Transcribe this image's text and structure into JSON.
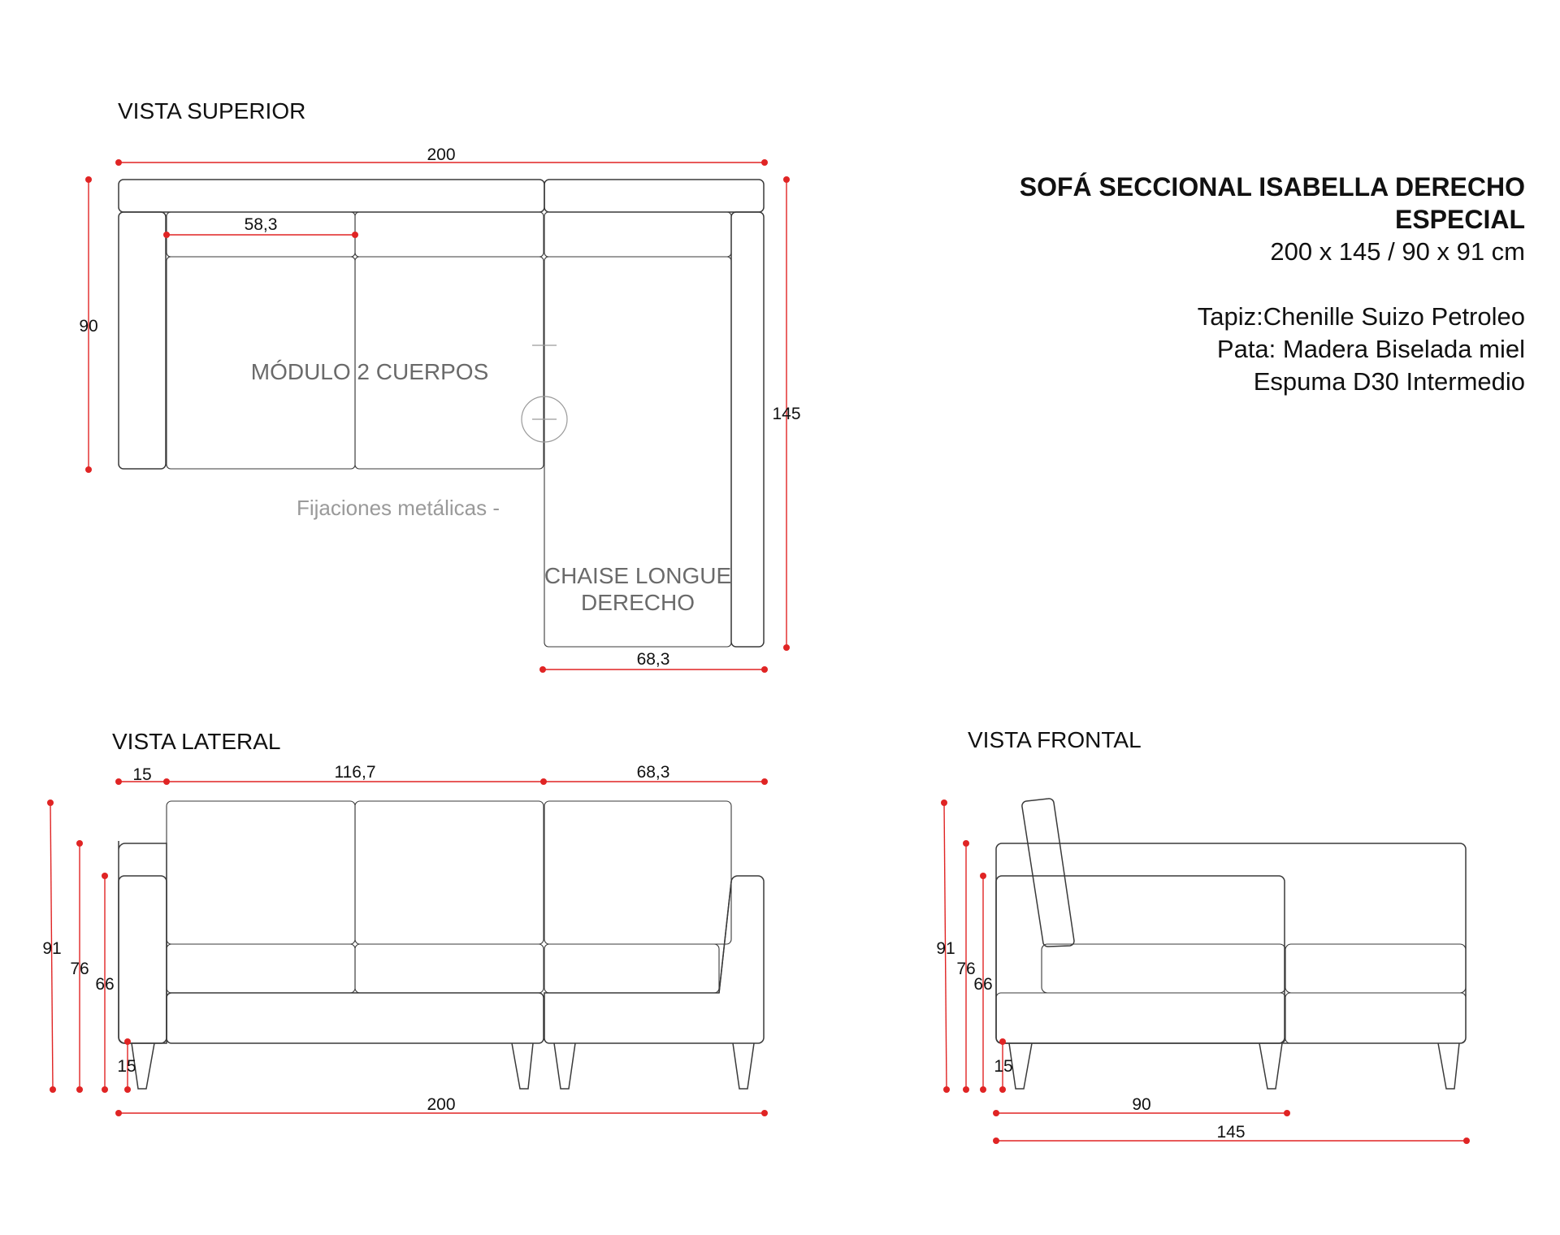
{
  "product": {
    "title_line1": "SOFÁ SECCIONAL ISABELLA DERECHO",
    "title_line2": "ESPECIAL",
    "size": "200 x 145 / 90 x 91 cm",
    "upholstery": "Tapiz:Chenille Suizo Petroleo",
    "legs": "Pata: Madera Biselada miel",
    "foam": "Espuma D30 Intermedio"
  },
  "views": {
    "top": {
      "title": "VISTA SUPERIOR",
      "module_label": "MÓDULO 2 CUERPOS",
      "chaise_label_1": "CHAISE LONGUE",
      "chaise_label_2": "DERECHO",
      "fixings_label": "Fijaciones metálicas -",
      "dims": {
        "width": "200",
        "depth": "90",
        "cushion": "58,3",
        "chaise_depth": "145",
        "chaise_width": "68,3"
      }
    },
    "side": {
      "title": "VISTA LATERAL",
      "dims": {
        "arm": "15",
        "module": "116,7",
        "chaise": "68,3",
        "total_height": "91",
        "seat_back": "76",
        "seat": "66",
        "leg": "15",
        "width": "200"
      }
    },
    "front": {
      "title": "VISTA FRONTAL",
      "dims": {
        "total_height": "91",
        "seat_back": "76",
        "seat": "66",
        "leg": "15",
        "module_depth": "90",
        "chaise_depth": "145"
      }
    }
  },
  "colors": {
    "dimension": "#e02424",
    "outline": "#3a3a3a",
    "label": "#6a6a6a"
  }
}
